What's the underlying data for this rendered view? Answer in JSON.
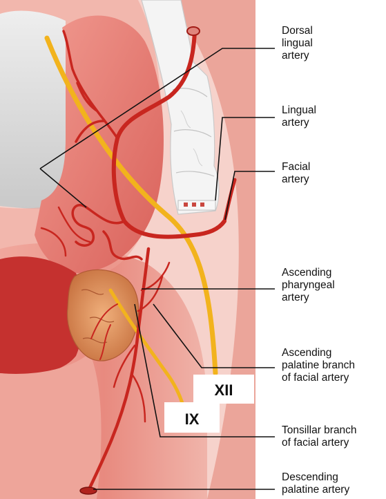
{
  "labels": {
    "dorsal_lingual": [
      "Dorsal",
      "lingual",
      "artery"
    ],
    "lingual": [
      "Lingual",
      "artery"
    ],
    "facial": [
      "Facial",
      "artery"
    ],
    "ascending_pharyngeal": [
      "Ascending",
      "pharyngeal",
      "artery"
    ],
    "ascending_palatine": [
      "Ascending",
      "palatine branch",
      "of facial artery"
    ],
    "tonsillar": [
      "Tonsillar branch",
      "of facial artery"
    ],
    "descending_palatine": [
      "Descending",
      "palatine artery"
    ]
  },
  "nerves": {
    "hypoglossal": "XII",
    "glossopharyngeal": "IX"
  },
  "colors": {
    "artery": "#c8261f",
    "nerve": "#f2b31d",
    "tissue": "#e98f83",
    "tongue": "#e5736c",
    "tonsil": "#d9895a",
    "tooth": "#f3f3f3",
    "leader": "#111111"
  }
}
